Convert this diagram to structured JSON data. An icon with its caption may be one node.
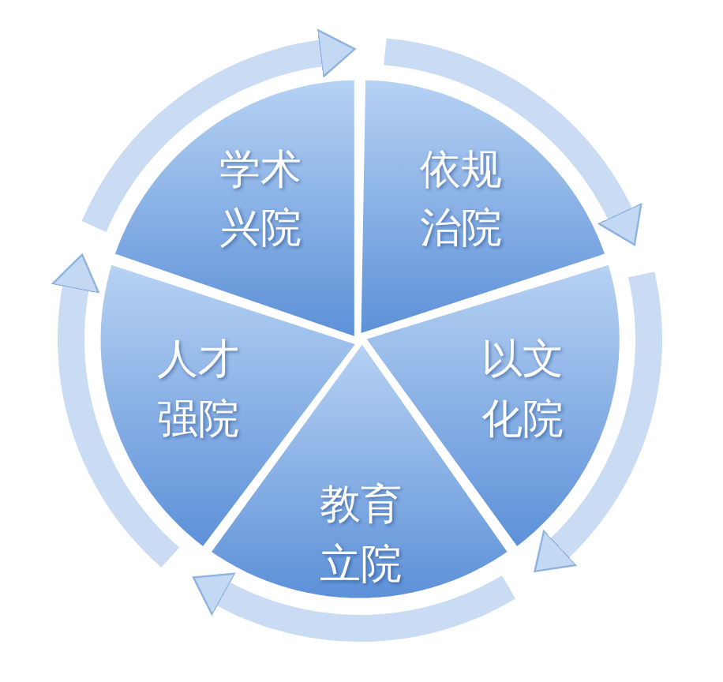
{
  "diagram": {
    "nodes": [
      {
        "text": [
          "学术兴院"
        ]
      },
      {
        "text": [
          "依规治院"
        ]
      },
      {
        "text": [
          "以文化院"
        ]
      },
      {
        "text": [
          "教育立院"
        ]
      },
      {
        "text": [
          "人才强院"
        ]
      }
    ]
  }
}
